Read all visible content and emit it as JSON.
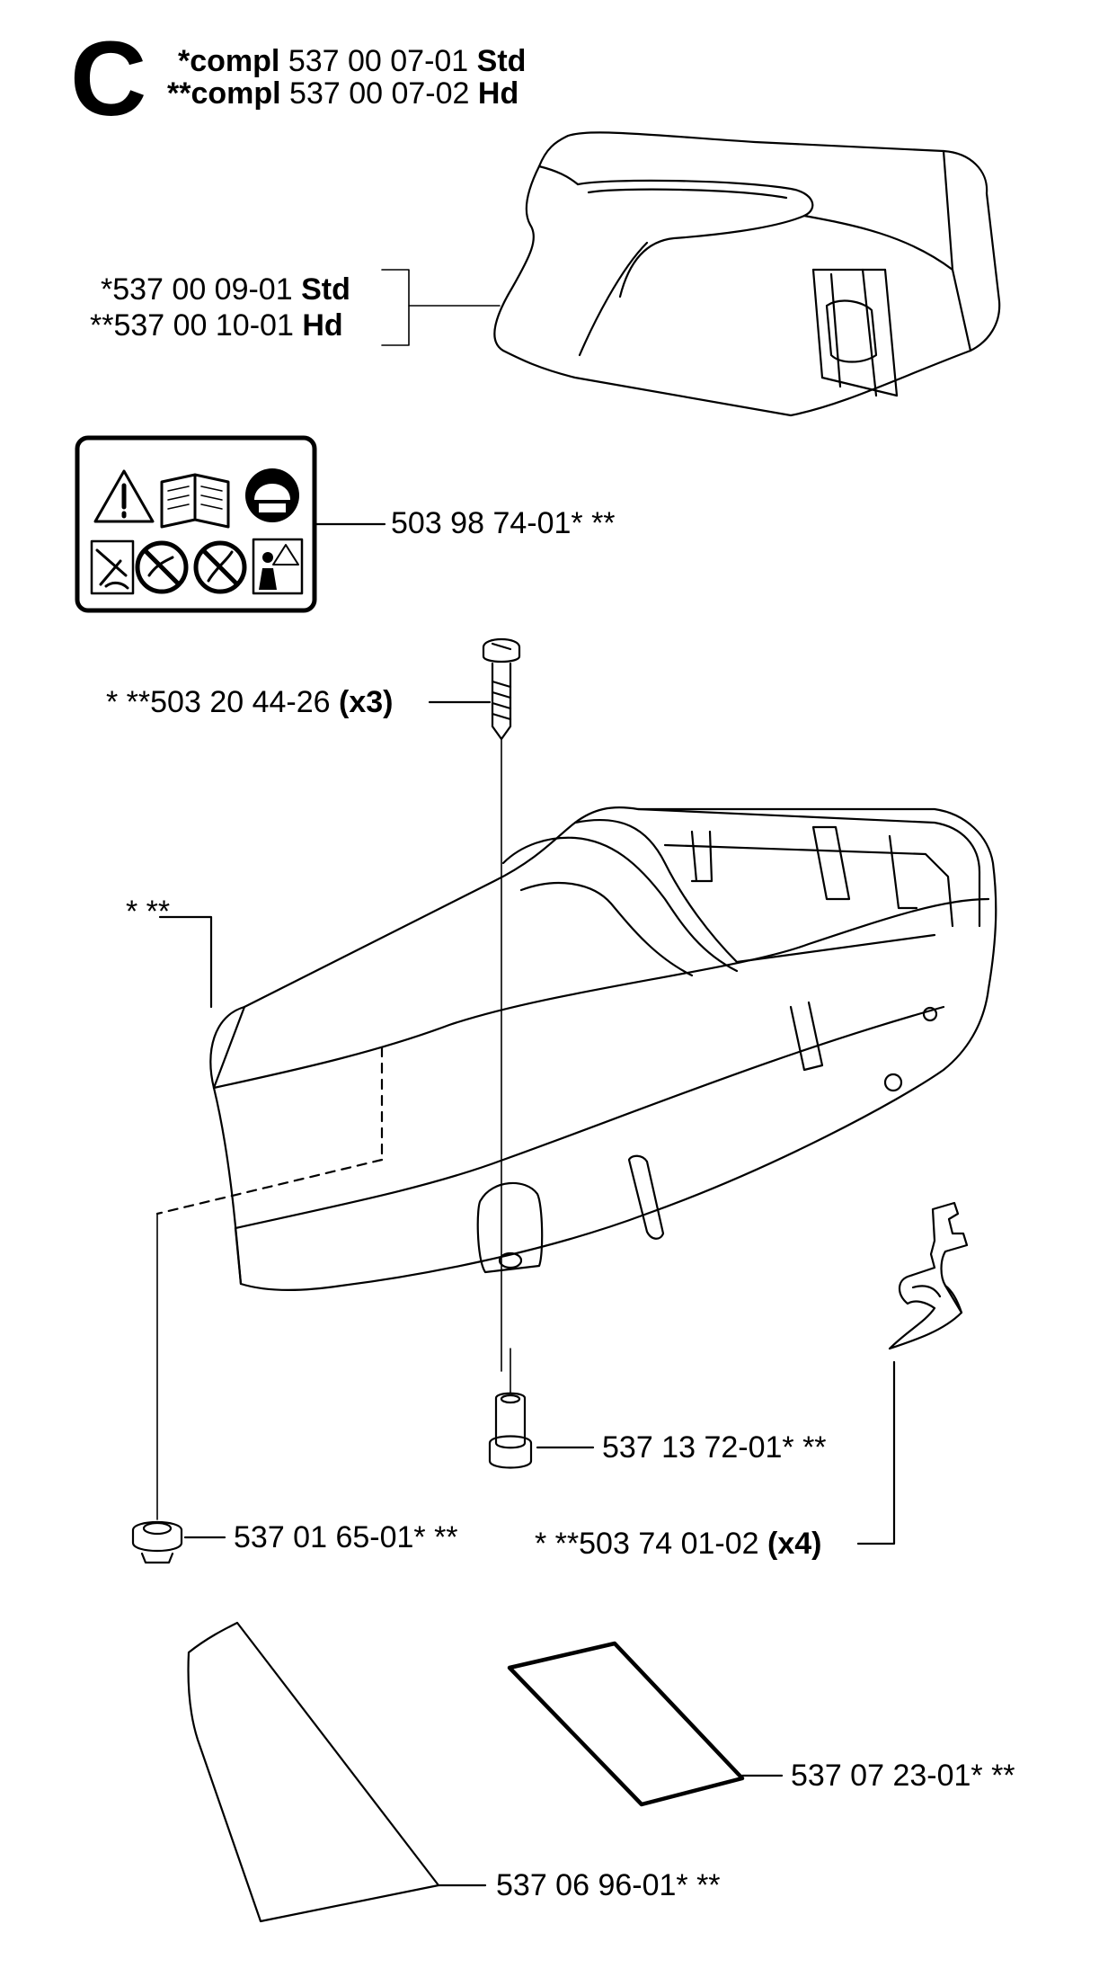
{
  "section": "C",
  "header": {
    "line1": {
      "prefix": "*compl",
      "number": "537 00 07-01",
      "suffix": "Std"
    },
    "line2": {
      "prefix": "**compl",
      "number": "537 00 07-02",
      "suffix": "Hd"
    }
  },
  "callouts": {
    "cover_std": {
      "number": "*537 00 09-01",
      "suffix": "Std"
    },
    "cover_hd": {
      "number": "**537 00 10-01",
      "suffix": "Hd"
    },
    "decal": "503 98 74-01* **",
    "screw": {
      "number": "* **503 20 44-26",
      "qty": "(x3)"
    },
    "housing": "* **",
    "spacer": "537 13 72-01* **",
    "grommet": "537 01 65-01* **",
    "clip": {
      "number": "* **503 74 01-02",
      "qty": "(x4)"
    },
    "pad_rect": "537 07 23-01* **",
    "pad_tri": "537 06 96-01* **"
  },
  "icons": [
    "warning-triangle-icon",
    "manual-book-icon",
    "helmet-protection-icon",
    "no-hands-cut-icon",
    "no-cutting-prohibited-icon",
    "no-branch-prohibited-icon",
    "operator-warning-icon"
  ],
  "colors": {
    "line": "#000000",
    "background": "#ffffff"
  }
}
